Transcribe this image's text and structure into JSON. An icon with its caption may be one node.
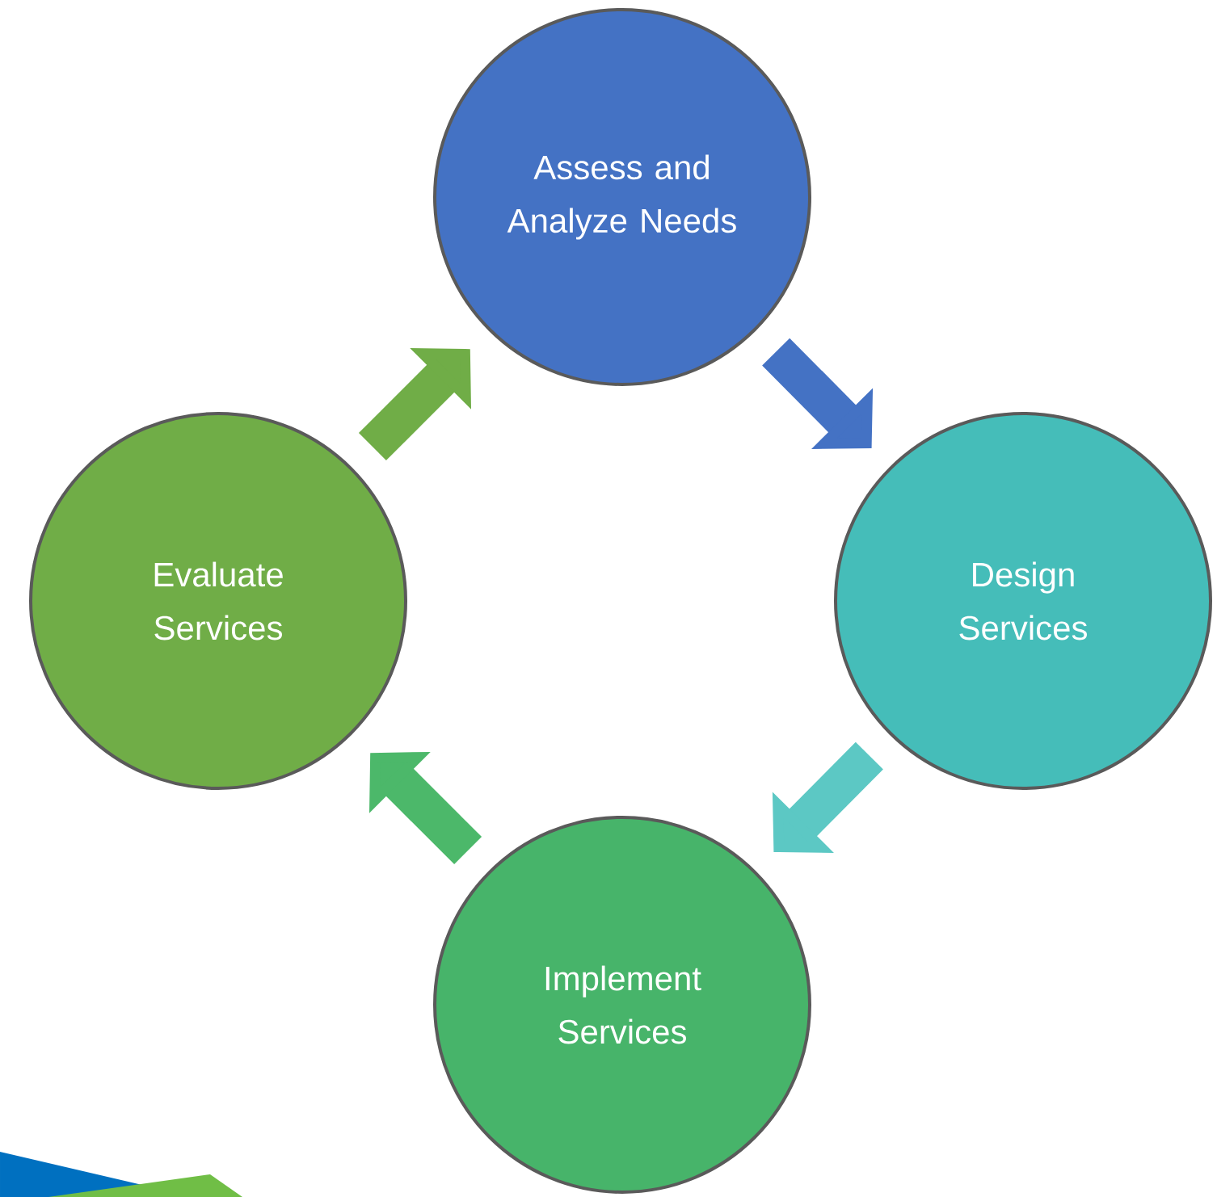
{
  "diagram": {
    "nodes": [
      {
        "text": [
          "Assess and Analyze Needs"
        ]
      },
      {
        "text": [
          "Design Services"
        ]
      },
      {
        "text": [
          "Implement Services"
        ]
      },
      {
        "text": [
          "Evaluate Services"
        ]
      }
    ],
    "edges": [
      {
        "from": 0,
        "to": 1,
        "arrow": "to",
        "color": "#4472c4"
      },
      {
        "from": 1,
        "to": 2,
        "arrow": "to",
        "color": "#5cc8c4"
      },
      {
        "from": 2,
        "to": 3,
        "arrow": "to",
        "color": "#4cb86a"
      },
      {
        "from": 3,
        "to": 0,
        "arrow": "to",
        "color": "#70ad47"
      }
    ]
  }
}
